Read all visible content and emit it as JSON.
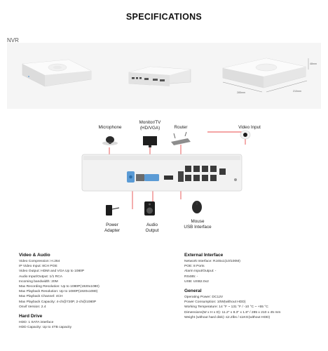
{
  "page_title": "SPECIFICATIONS",
  "product_label": "NVR",
  "dimensions": {
    "height": "48mm",
    "width": "285mm",
    "depth": "210mm"
  },
  "peripherals": {
    "microphone": [
      "Microphone"
    ],
    "monitor": [
      "Monitor/TV",
      "(HD/VGA)"
    ],
    "router": [
      "Router"
    ],
    "video_input": [
      "Video Input"
    ],
    "power_adapter": [
      "Power",
      "Adapter"
    ],
    "audio_output": [
      "Audio",
      "Output"
    ],
    "mouse": [
      "Mouse",
      "USB Interface"
    ]
  },
  "specs": {
    "video_audio": {
      "heading": "Video & Audio",
      "items": [
        "Video Compression: H.264",
        "IP Video Input: 8CH POE",
        "Video Output: HDMI and VGA Up to 1080P",
        "Audio Input/Output: 1/1 RCA",
        "Incoming bandwidth: 20M",
        "Max Recording Resolution: Up to 1080P(1920x1080)",
        "Max Playback Resolution: Up to 1080P(1920x1080)",
        "Max Playback Channel: 4CH",
        "Max Playback Capacity: 4-ch@720P, 2-ch@1080P",
        "Onvif Version: 2.4"
      ]
    },
    "hard_drive": {
      "heading": "Hard Drive",
      "items": [
        "HDD: 1 SATA interface",
        "HDD Capacity: Up to 4TB capacity"
      ]
    },
    "external_interface": {
      "heading": "External Interface",
      "items": [
        "Network Interface: RJ45x1(10/100M)",
        "POE: 8 Ports",
        "Alarm Input/Output: -",
        "RS485: -",
        "USB: USB2.0x2"
      ]
    },
    "general": {
      "heading": "General",
      "items": [
        "Operating Power: DC12V",
        "Power Consumption: 10W(without HDD)",
        "Working Temperature: 14 °F ~ 131 °F / -10 °C ~ +55 °C",
        "Dimensions(W x H x D): 11.2\" x 8.3\" x 1.8\" / 285 x 210 x 45 mm",
        "Weight (without hard disk): ≤2.2lbs / ≤1KG(without HDD)"
      ]
    }
  }
}
